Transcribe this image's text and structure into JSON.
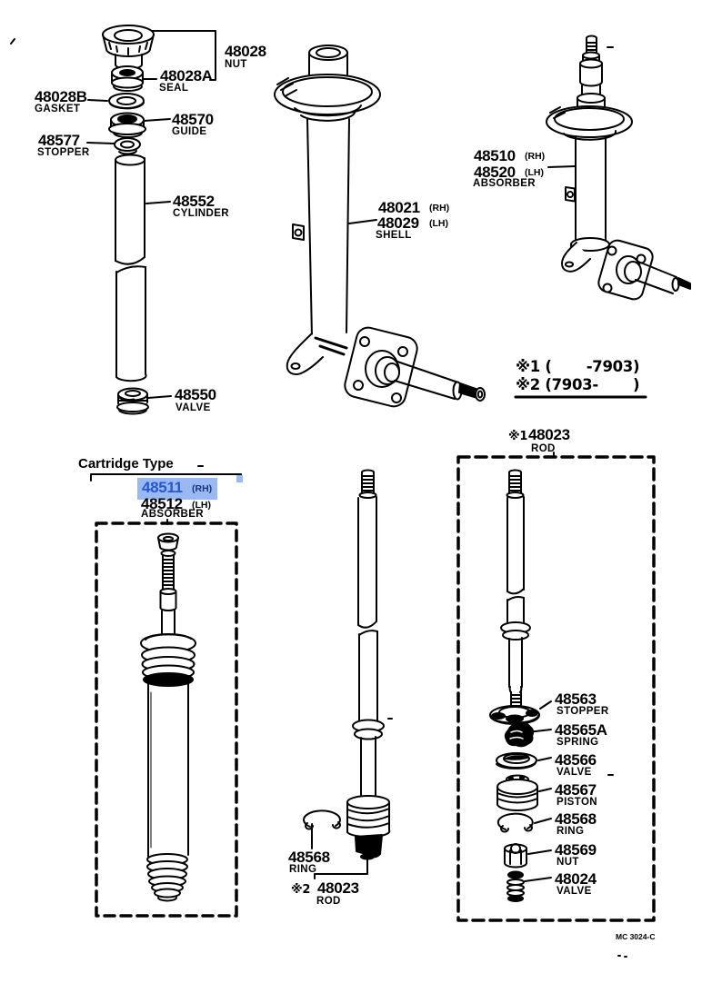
{
  "colors": {
    "paper": "#ffffff",
    "ink": "#000000",
    "highlight-bg": "#9ab9f2",
    "highlight-text": "#2456d8",
    "highlight-side-text": "#16357f"
  },
  "labels": {
    "nut_top": {
      "num": "48028",
      "name": "NUT"
    },
    "seal": {
      "num": "48028A",
      "name": "SEAL"
    },
    "gasket": {
      "num": "48028B",
      "name": "GASKET"
    },
    "guide": {
      "num": "48570",
      "name": "GUIDE"
    },
    "stopper_top": {
      "num": "48577",
      "name": "STOPPER"
    },
    "cylinder": {
      "num": "48552",
      "name": "CYLINDER"
    },
    "valve_cyl": {
      "num": "48550",
      "name": "VALVE"
    },
    "shell": {
      "num_rh": "48021",
      "side_rh": "(RH)",
      "num_lh": "48029",
      "side_lh": "(LH)",
      "name": "SHELL"
    },
    "strut": {
      "num_rh": "48510",
      "side_rh": "(RH)",
      "num_lh": "48520",
      "side_lh": "(LH)",
      "name": "ABSORBER"
    },
    "notes": {
      "line1": "※1 (       -7903)",
      "line2": "※2 (7903-       )"
    },
    "rod_box": {
      "prefix": "※1",
      "num": "48023",
      "name": "ROD"
    },
    "cartridge": {
      "heading": "Cartridge Type",
      "num_rh": "48511",
      "side_rh": "(RH)",
      "num_lh": "48512",
      "side_lh": "(LH)",
      "name": "ABSORBER"
    },
    "ring_mid": {
      "num": "48568",
      "name": "RING"
    },
    "rod_mid": {
      "prefix": "※2",
      "num": "48023",
      "name": "ROD"
    },
    "stopper_rod": {
      "num": "48563",
      "name": "STOPPER"
    },
    "spring": {
      "num": "48565A",
      "name": "SPRING"
    },
    "valve_rod": {
      "num": "48566",
      "name": "VALVE"
    },
    "piston": {
      "num": "48567",
      "name": "PISTON"
    },
    "ring_rod": {
      "num": "48568",
      "name": "RING"
    },
    "nut_rod": {
      "num": "48569",
      "name": "NUT"
    },
    "valve_base": {
      "num": "48024",
      "name": "VALVE"
    },
    "code": "MC 3024-C"
  }
}
